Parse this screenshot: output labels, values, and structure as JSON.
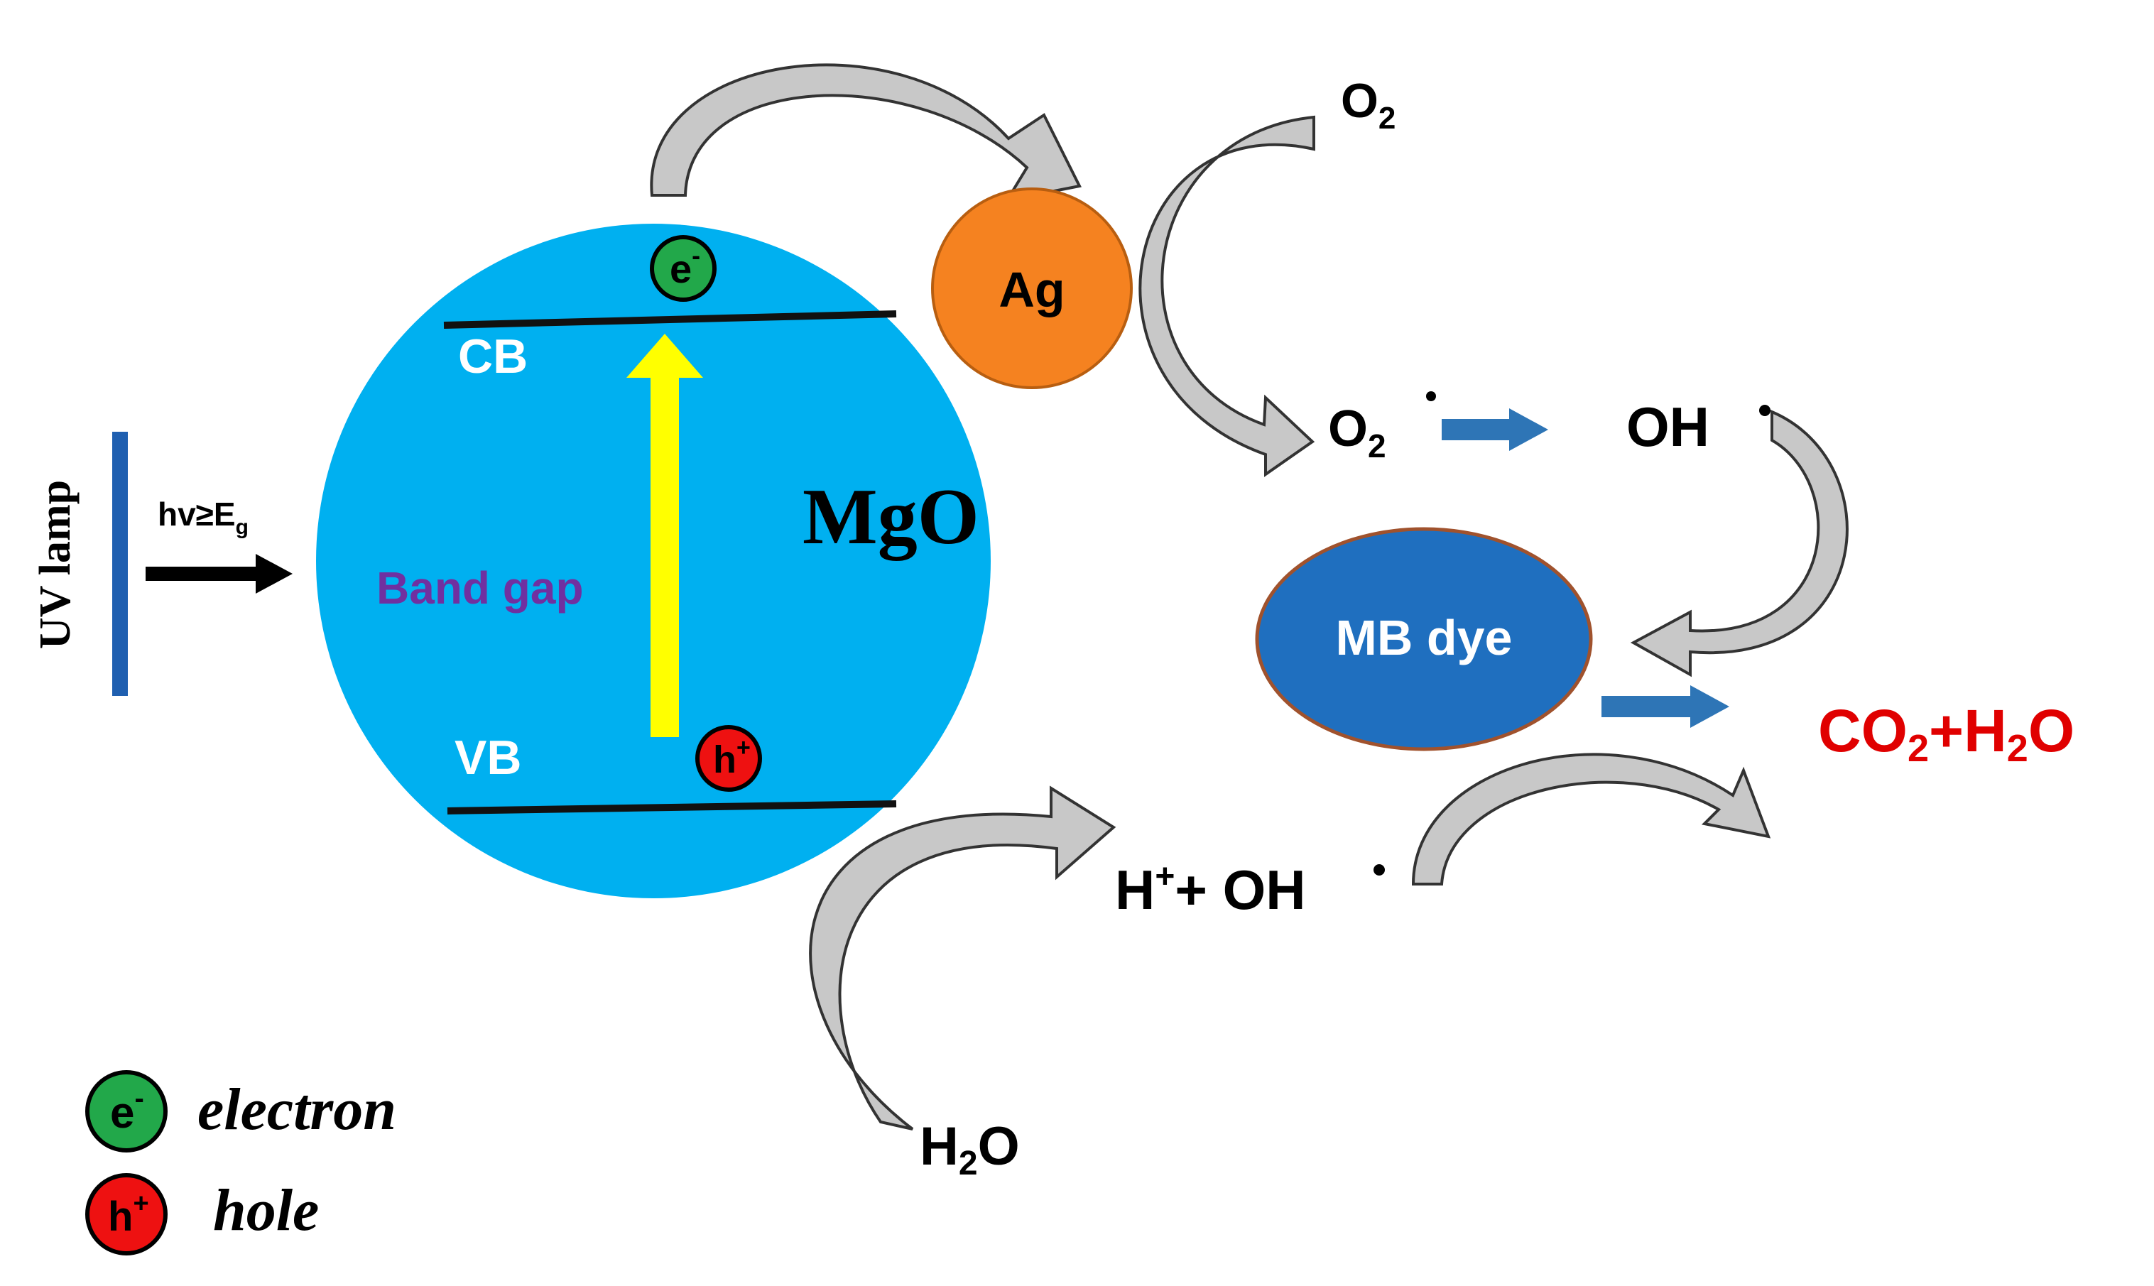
{
  "uv_lamp": {
    "label": "UV lamp"
  },
  "excitation": {
    "text": "hv≥E",
    "sub": "g"
  },
  "particle": {
    "label": "MgO"
  },
  "bands": {
    "cb": "CB",
    "vb": "VB",
    "gap": "Band gap"
  },
  "carriers": {
    "electron": "e",
    "electron_sup": "-",
    "hole": "h",
    "hole_sup": "+"
  },
  "silver": {
    "label": "Ag"
  },
  "species": {
    "o2": "O",
    "o2_sub": "2",
    "superoxide": "O",
    "superoxide_sub": "2",
    "hydroxyl": "OH",
    "proton_hydroxyl_h": "H",
    "proton_hydroxyl_sup": "+",
    "proton_hydroxyl_rest": "+ OH",
    "water": "H",
    "water_sub": "2",
    "water_rest": "O"
  },
  "dye": {
    "label": "MB dye"
  },
  "product": {
    "co": "CO",
    "co_sub": "2",
    "mid": "+H",
    "h2_sub": "2",
    "end": "O"
  },
  "legend": {
    "electron_symbol": "e",
    "electron_sup": "-",
    "electron_label": "electron",
    "hole_symbol": "h",
    "hole_sup": "+",
    "hole_label": "hole"
  },
  "colors": {
    "particle": "#00B0F0",
    "band_gap_arrow": "#FFFF00",
    "band_gap_text": "#7030A0",
    "electron": "#22A84A",
    "hole": "#EE1111",
    "silver": "#F58220",
    "dye": "#1F6FBF",
    "product": "#E00000",
    "process_arrow": "#C8C8C8",
    "flow_arrow": "#2E75B6",
    "lamp": "#1F5FB0"
  }
}
